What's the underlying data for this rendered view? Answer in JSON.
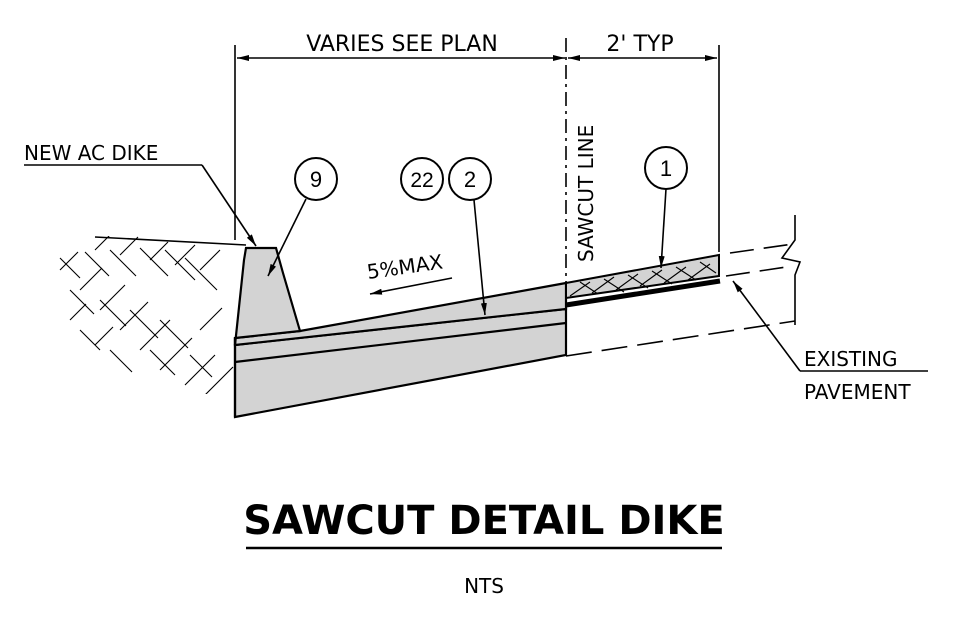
{
  "dimensions": {
    "varies": "VARIES SEE PLAN",
    "typ": "2' TYP"
  },
  "labels": {
    "new_ac_dike": "NEW AC DIKE",
    "sawcut_line": "SAWCUT LINE",
    "slope": "5%MAX",
    "existing_line1": "EXISTING",
    "existing_line2": "PAVEMENT"
  },
  "callouts": {
    "c9": "9",
    "c22": "22",
    "c2": "2",
    "c1": "1"
  },
  "title": {
    "main": "SAWCUT DETAIL DIKE",
    "scale": "NTS"
  }
}
